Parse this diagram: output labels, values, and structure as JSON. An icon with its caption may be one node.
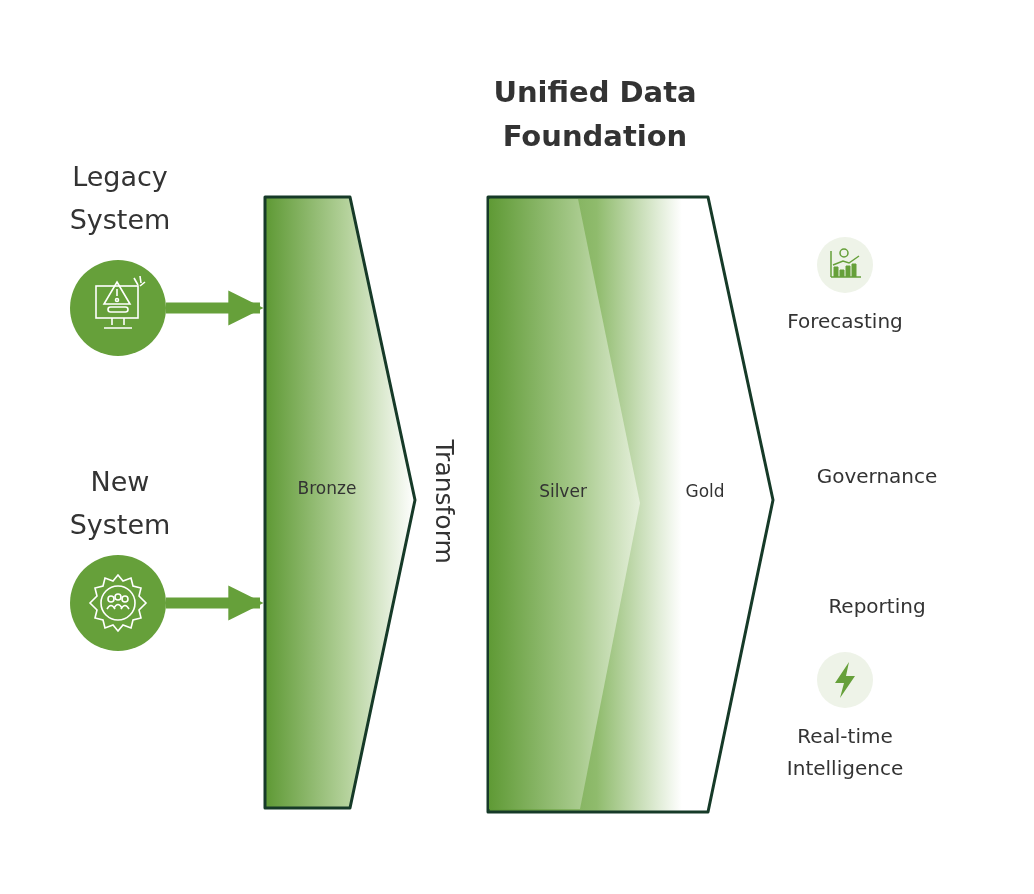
{
  "diagram": {
    "nodes": [
      {
        "text": [
          "Legacy System"
        ]
      },
      {
        "text": [
          "New System"
        ]
      },
      {
        "text": [
          "Bronze"
        ]
      },
      {
        "text": [
          "Unified Data Foundation"
        ]
      },
      {
        "text": [
          "Silver"
        ],
        "in": 3
      },
      {
        "text": [
          "Gold"
        ],
        "in": 3
      }
    ],
    "edges": [
      {
        "from": 0,
        "to": 2,
        "arrow": "to"
      },
      {
        "from": 1,
        "to": 2,
        "arrow": "to"
      }
    ],
    "labels": [
      "Transform",
      "Forecasting",
      "Governance",
      "Reporting",
      "Real-time Intelligence"
    ]
  }
}
